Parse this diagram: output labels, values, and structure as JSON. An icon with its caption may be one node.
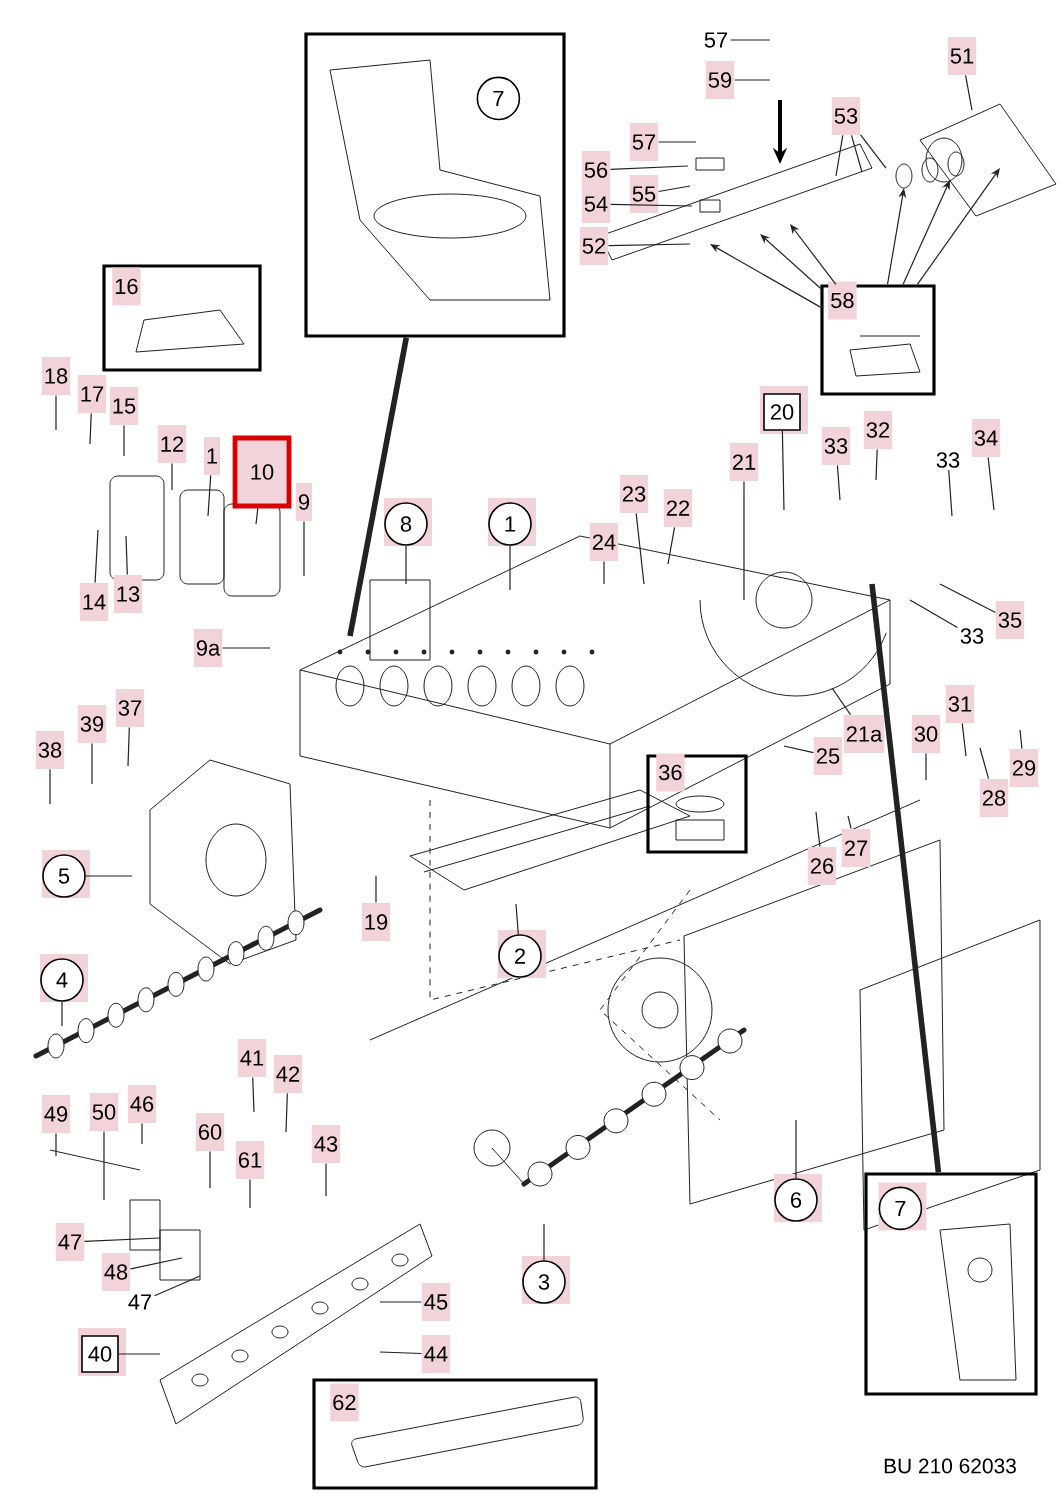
{
  "diagram": {
    "nodes": [
      {
        "text": [],
        "shape": "picture"
      },
      {
        "text": [
          "7"
        ],
        "in": 0
      },
      {
        "text": [],
        "shape": "picture"
      },
      {
        "text": [
          "16"
        ],
        "in": 2
      },
      {
        "text": [
          "57"
        ]
      },
      {
        "text": [
          "59"
        ]
      },
      {
        "text": [
          "51"
        ]
      },
      {
        "text": [
          "53"
        ]
      },
      {
        "text": [
          "57"
        ]
      },
      {
        "text": [
          "56"
        ]
      },
      {
        "text": [
          "55"
        ]
      },
      {
        "text": [
          "54"
        ]
      },
      {
        "text": [
          "52"
        ]
      },
      {
        "text": [],
        "shape": "picture"
      },
      {
        "text": [
          "58"
        ],
        "in": 13
      },
      {
        "text": [
          "18"
        ]
      },
      {
        "text": [
          "17"
        ]
      },
      {
        "text": [
          "15"
        ]
      },
      {
        "text": [
          "12"
        ]
      },
      {
        "text": [
          "1"
        ]
      },
      {
        "text": [
          "10"
        ]
      },
      {
        "text": [
          "9"
        ]
      },
      {
        "text": [
          "20"
        ]
      },
      {
        "text": [
          "32"
        ]
      },
      {
        "text": [
          "34"
        ]
      },
      {
        "text": [
          "33"
        ]
      },
      {
        "text": [
          "33"
        ]
      },
      {
        "text": [
          "21"
        ]
      },
      {
        "text": [
          "23"
        ]
      },
      {
        "text": [
          "22"
        ]
      },
      {
        "text": [
          "8"
        ]
      },
      {
        "text": [
          "1"
        ]
      },
      {
        "text": [
          "24"
        ]
      },
      {
        "text": [
          "14"
        ]
      },
      {
        "text": [
          "13"
        ]
      },
      {
        "text": [
          "35"
        ]
      },
      {
        "text": [
          "33"
        ]
      },
      {
        "text": [
          "9a"
        ]
      },
      {
        "text": [
          "37"
        ]
      },
      {
        "text": [
          "39"
        ]
      },
      {
        "text": [
          "38"
        ]
      },
      {
        "text": [
          "31"
        ]
      },
      {
        "text": [
          "21a"
        ]
      },
      {
        "text": [
          "30"
        ]
      },
      {
        "text": [
          "25"
        ]
      },
      {
        "text": [
          "29"
        ]
      },
      {
        "text": [
          "28"
        ]
      },
      {
        "text": [],
        "shape": "picture"
      },
      {
        "text": [
          "36"
        ],
        "in": 47
      },
      {
        "text": [
          "27"
        ]
      },
      {
        "text": [
          "26"
        ]
      },
      {
        "text": [
          "5"
        ]
      },
      {
        "text": [
          "19"
        ]
      },
      {
        "text": [
          "2"
        ]
      },
      {
        "text": [
          "4"
        ]
      },
      {
        "text": [
          "41"
        ]
      },
      {
        "text": [
          "42"
        ]
      },
      {
        "text": [
          "46"
        ]
      },
      {
        "text": [
          "50"
        ]
      },
      {
        "text": [
          "49"
        ]
      },
      {
        "text": [
          "60"
        ]
      },
      {
        "text": [
          "43"
        ]
      },
      {
        "text": [
          "61"
        ]
      },
      {
        "text": [],
        "shape": "picture"
      },
      {
        "text": [
          "7"
        ],
        "in": 63
      },
      {
        "text": [
          "6"
        ]
      },
      {
        "text": [
          "47"
        ]
      },
      {
        "text": [
          "48"
        ]
      },
      {
        "text": [
          "3"
        ]
      },
      {
        "text": [
          "47"
        ]
      },
      {
        "text": [
          "45"
        ]
      },
      {
        "text": [
          "40"
        ]
      },
      {
        "text": [
          "44"
        ]
      },
      {
        "text": [],
        "shape": "picture"
      },
      {
        "text": [
          "62"
        ],
        "in": 73
      }
    ],
    "edges": [
      {
        "from": 0,
        "to": null,
        "arrow": "none",
        "style": "thick"
      },
      {
        "from": 63,
        "to": null,
        "arrow": "none",
        "style": "thick"
      },
      {
        "from": 4,
        "to": null,
        "arrow": "none"
      },
      {
        "from": 5,
        "to": null,
        "arrow": "none"
      },
      {
        "from": 6,
        "to": null,
        "arrow": "none"
      },
      {
        "from": 7,
        "to": null,
        "arrow": "none"
      },
      {
        "from": 7,
        "to": null,
        "arrow": "none"
      },
      {
        "from": 7,
        "to": null,
        "arrow": "none"
      },
      {
        "from": 8,
        "to": null,
        "arrow": "none"
      },
      {
        "from": 9,
        "to": null,
        "arrow": "none"
      },
      {
        "from": 10,
        "to": null,
        "arrow": "none"
      },
      {
        "from": 11,
        "to": null,
        "arrow": "none"
      },
      {
        "from": 12,
        "to": null,
        "arrow": "none"
      },
      {
        "from": 13,
        "to": null,
        "arrow": "to"
      },
      {
        "from": 13,
        "to": null,
        "arrow": "to"
      },
      {
        "from": 13,
        "to": null,
        "arrow": "to"
      },
      {
        "from": 13,
        "to": null,
        "arrow": "to"
      },
      {
        "from": 13,
        "to": null,
        "arrow": "to"
      },
      {
        "from": 13,
        "to": null,
        "arrow": "to"
      },
      {
        "from": 15,
        "to": null,
        "arrow": "none"
      },
      {
        "from": 16,
        "to": null,
        "arrow": "none"
      },
      {
        "from": 17,
        "to": null,
        "arrow": "none"
      },
      {
        "from": 18,
        "to": null,
        "arrow": "none"
      },
      {
        "from": 19,
        "to": null,
        "arrow": "none"
      },
      {
        "from": 20,
        "to": null,
        "arrow": "none"
      },
      {
        "from": 21,
        "to": null,
        "arrow": "none"
      },
      {
        "from": 22,
        "to": null,
        "arrow": "none"
      },
      {
        "from": 23,
        "to": null,
        "arrow": "none"
      },
      {
        "from": 24,
        "to": null,
        "arrow": "none"
      },
      {
        "from": 25,
        "to": null,
        "arrow": "none"
      },
      {
        "from": 26,
        "to": null,
        "arrow": "none"
      },
      {
        "from": 27,
        "to": null,
        "arrow": "none"
      },
      {
        "from": 28,
        "to": null,
        "arrow": "none"
      },
      {
        "from": 29,
        "to": null,
        "arrow": "none"
      },
      {
        "from": 30,
        "to": null,
        "arrow": "none"
      },
      {
        "from": 31,
        "to": null,
        "arrow": "none"
      },
      {
        "from": 32,
        "to": null,
        "arrow": "none"
      },
      {
        "from": 33,
        "to": null,
        "arrow": "none"
      },
      {
        "from": 34,
        "to": null,
        "arrow": "none"
      },
      {
        "from": 35,
        "to": null,
        "arrow": "none"
      },
      {
        "from": 36,
        "to": null,
        "arrow": "none"
      },
      {
        "from": 37,
        "to": null,
        "arrow": "none"
      },
      {
        "from": 38,
        "to": null,
        "arrow": "none"
      },
      {
        "from": 39,
        "to": null,
        "arrow": "none"
      },
      {
        "from": 40,
        "to": null,
        "arrow": "none"
      },
      {
        "from": 41,
        "to": null,
        "arrow": "none"
      },
      {
        "from": 42,
        "to": null,
        "arrow": "none"
      },
      {
        "from": 43,
        "to": null,
        "arrow": "none"
      },
      {
        "from": 44,
        "to": null,
        "arrow": "none"
      },
      {
        "from": 45,
        "to": null,
        "arrow": "none"
      },
      {
        "from": 46,
        "to": null,
        "arrow": "none"
      },
      {
        "from": 49,
        "to": null,
        "arrow": "none"
      },
      {
        "from": 50,
        "to": null,
        "arrow": "none"
      },
      {
        "from": 51,
        "to": null,
        "arrow": "none"
      },
      {
        "from": 52,
        "to": null,
        "arrow": "none"
      },
      {
        "from": 53,
        "to": null,
        "arrow": "none"
      },
      {
        "from": 54,
        "to": null,
        "arrow": "none"
      },
      {
        "from": 55,
        "to": null,
        "arrow": "none"
      },
      {
        "from": 56,
        "to": null,
        "arrow": "none"
      },
      {
        "from": 57,
        "to": null,
        "arrow": "none"
      },
      {
        "from": 58,
        "to": null,
        "arrow": "none"
      },
      {
        "from": 59,
        "to": null,
        "arrow": "none"
      },
      {
        "from": 60,
        "to": null,
        "arrow": "none"
      },
      {
        "from": 61,
        "to": null,
        "arrow": "none"
      },
      {
        "from": 62,
        "to": null,
        "arrow": "none"
      },
      {
        "from": 65,
        "to": null,
        "arrow": "none"
      },
      {
        "from": 66,
        "to": null,
        "arrow": "none"
      },
      {
        "from": 67,
        "to": null,
        "arrow": "none"
      },
      {
        "from": 68,
        "to": null,
        "arrow": "none"
      },
      {
        "from": 69,
        "to": null,
        "arrow": "none"
      },
      {
        "from": 70,
        "to": null,
        "arrow": "none"
      },
      {
        "from": 71,
        "to": null,
        "arrow": "none"
      },
      {
        "from": 72,
        "to": null,
        "arrow": "none"
      }
    ],
    "labels": [
      "BU 210 62033"
    ]
  }
}
